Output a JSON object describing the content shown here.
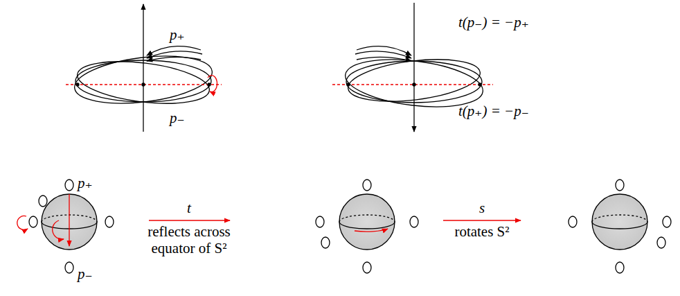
{
  "diagram": {
    "labels": [
      "p₊",
      "p₋",
      "t(p₋) = −p₊",
      "t(p₊) = −p₋",
      "p₊",
      "p₋",
      "t",
      "reflects across equator of S²",
      "s",
      "rotates S²"
    ]
  }
}
